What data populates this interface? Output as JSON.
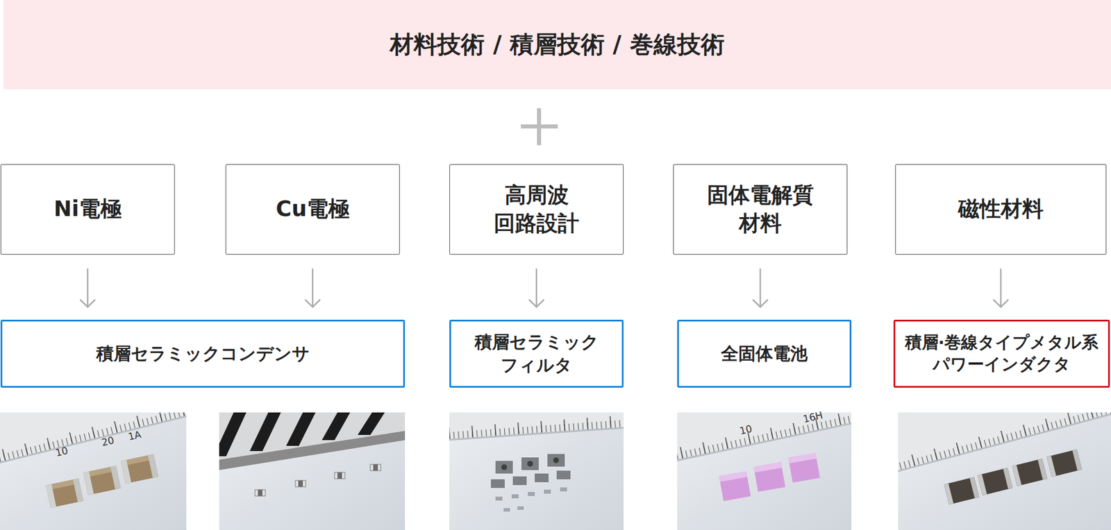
{
  "diagram": {
    "nodes": [
      {
        "text": [
          "材料技術 / 積層技術 / 巻線技術"
        ]
      },
      {
        "text": [
          "Ni電極"
        ]
      },
      {
        "text": [
          "Cu電極"
        ]
      },
      {
        "text": [
          "高周波 回路設計"
        ]
      },
      {
        "text": [
          "固体電解質 材料"
        ]
      },
      {
        "text": [
          "磁性材料"
        ]
      },
      {
        "text": [
          "積層セラミックコンデンサ"
        ]
      },
      {
        "text": [
          "積層セラミック フィルタ"
        ]
      },
      {
        "text": [
          "全固体電池"
        ]
      },
      {
        "text": [
          "積層·巻線タイプメタル系 パワーインダクタ"
        ]
      }
    ],
    "edges": [
      {
        "from": 1,
        "to": 6,
        "arrow": "to"
      },
      {
        "from": 2,
        "to": 6,
        "arrow": "to"
      },
      {
        "from": 3,
        "to": 7,
        "arrow": "to"
      },
      {
        "from": 4,
        "to": 8,
        "arrow": "to"
      },
      {
        "from": 5,
        "to": 9,
        "arrow": "to"
      }
    ],
    "labels": [
      "10",
      "20",
      "1A",
      "10",
      "16H"
    ]
  }
}
